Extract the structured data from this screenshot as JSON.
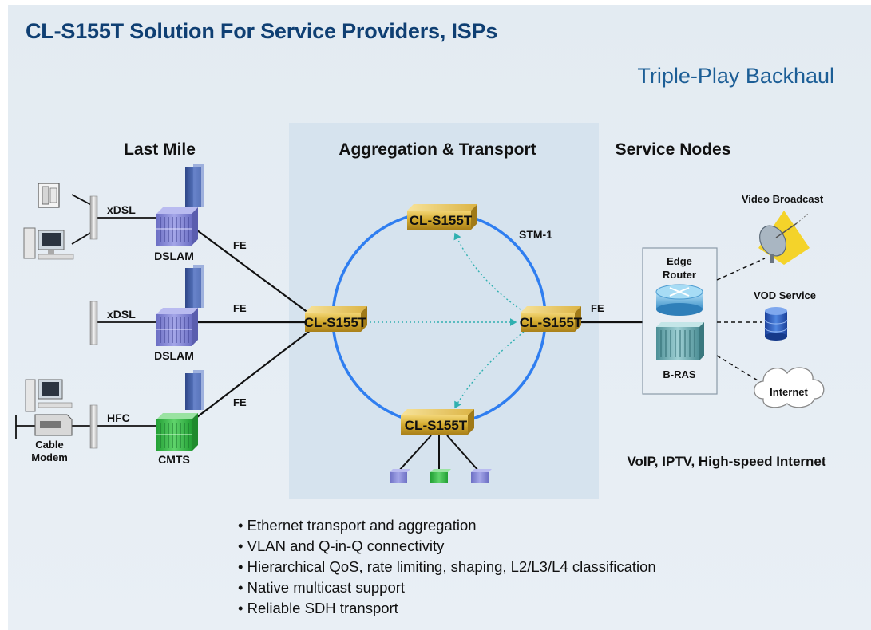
{
  "title": "CL-S155T Solution For Service Providers, ISPs",
  "subtitle": "Triple-Play Backhaul",
  "columns": {
    "last_mile": "Last Mile",
    "aggregation": "Aggregation & Transport",
    "service_nodes": "Service Nodes"
  },
  "last_mile": {
    "xdsl_1": "xDSL",
    "xdsl_2": "xDSL",
    "hfc": "HFC",
    "dslam_1": "DSLAM",
    "dslam_2": "DSLAM",
    "cmts": "CMTS",
    "cable_modem_line1": "Cable",
    "cable_modem_line2": "Modem"
  },
  "links": {
    "fe_1": "FE",
    "fe_2": "FE",
    "fe_3": "FE",
    "fe_4": "FE",
    "stm1": "STM-1"
  },
  "ring_nodes": {
    "top": "CL-S155T",
    "left": "CL-S155T",
    "right": "CL-S155T",
    "bottom": "CL-S155T"
  },
  "service_nodes": {
    "edge_router_line1": "Edge",
    "edge_router_line2": "Router",
    "bras": "B-RAS",
    "video_broadcast": "Video Broadcast",
    "vod_service": "VOD Service",
    "internet": "Internet",
    "services_summary": "VoIP, IPTV, High-speed Internet"
  },
  "bullets": [
    "Ethernet transport and aggregation",
    "VLAN and Q-in-Q connectivity",
    "Hierarchical QoS, rate limiting, shaping, L2/L3/L4 classification",
    "Native multicast support",
    "Reliable SDH transport"
  ],
  "colors": {
    "title": "#0f3f73",
    "ring": "#2f7ef0",
    "node_gold": "#d2a92c",
    "dslam_purple": "#8c8fd6",
    "cmts_green": "#3fbe4d",
    "building_blue": "#4862a8",
    "dashed_link": "#30b0b0"
  }
}
